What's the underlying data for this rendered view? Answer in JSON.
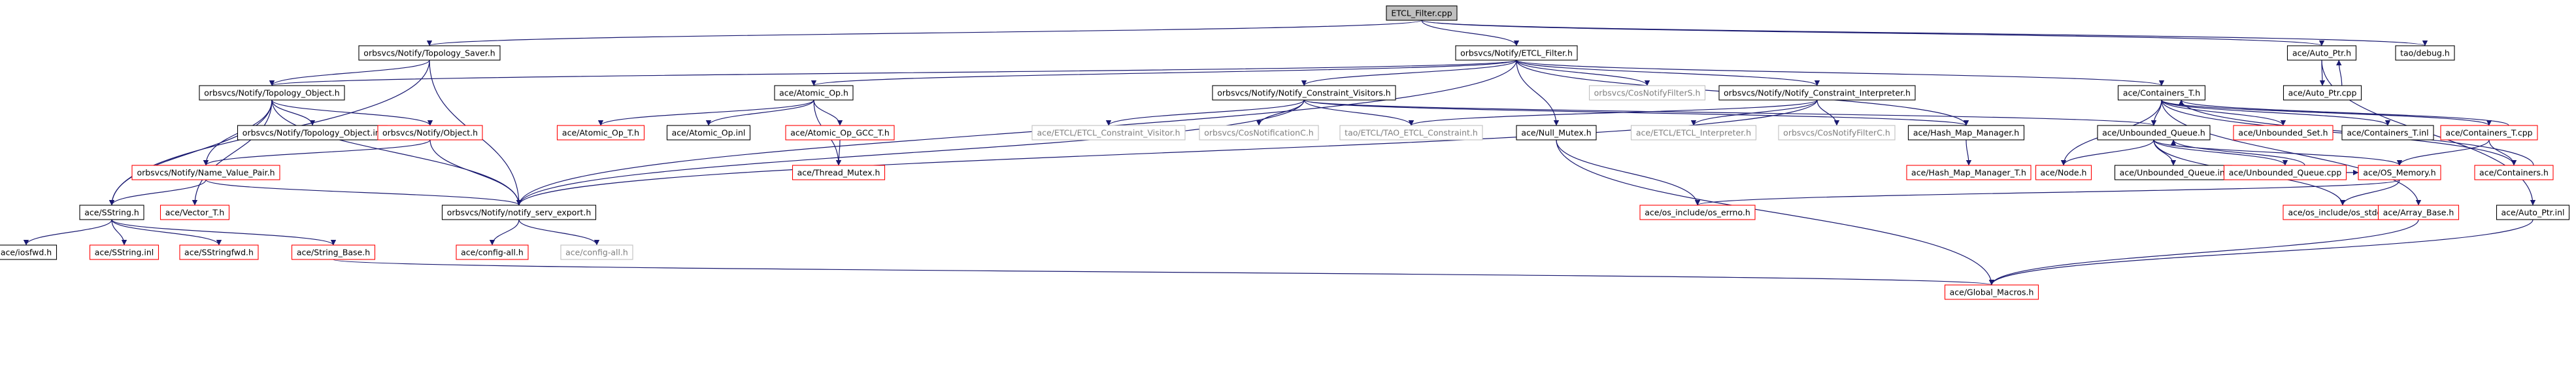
{
  "colors": {
    "edge": "#191970",
    "border_default": "#000000",
    "border_external": "#ff0000",
    "border_missing": "#bfbfbf",
    "text_default": "#000000",
    "text_missing": "#7f7f7f",
    "fill_default": "#ffffff",
    "fill_root": "#bfbfbf"
  },
  "nodes": [
    {
      "id": "root",
      "label": "ETCL_Filter.cpp",
      "style": "root"
    },
    {
      "id": "topo_saver",
      "label": "orbsvcs/Notify/Topology_Saver.h",
      "style": "default"
    },
    {
      "id": "etcl_filter_h",
      "label": "orbsvcs/Notify/ETCL_Filter.h",
      "style": "default"
    },
    {
      "id": "auto_ptr_h",
      "label": "ace/Auto_Ptr.h",
      "style": "default"
    },
    {
      "id": "tao_debug",
      "label": "tao/debug.h",
      "style": "default"
    },
    {
      "id": "topo_object_h",
      "label": "orbsvcs/Notify/Topology_Object.h",
      "style": "default"
    },
    {
      "id": "atomic_op_h",
      "label": "ace/Atomic_Op.h",
      "style": "default"
    },
    {
      "id": "constraint_visitors_h",
      "label": "orbsvcs/Notify/Notify_Constraint_Visitors.h",
      "style": "default"
    },
    {
      "id": "cos_filter_s",
      "label": "orbsvcs/CosNotifyFilterS.h",
      "style": "missing"
    },
    {
      "id": "constraint_interp_h",
      "label": "orbsvcs/Notify/Notify_Constraint_Interpreter.h",
      "style": "default"
    },
    {
      "id": "containers_t_h",
      "label": "ace/Containers_T.h",
      "style": "default"
    },
    {
      "id": "auto_ptr_cpp",
      "label": "ace/Auto_Ptr.cpp",
      "style": "default"
    },
    {
      "id": "topo_object_inl",
      "label": "orbsvcs/Notify/Topology_Object.inl",
      "style": "default"
    },
    {
      "id": "notify_object_h",
      "label": "orbsvcs/Notify/Object.h",
      "style": "external"
    },
    {
      "id": "atomic_op_t",
      "label": "ace/Atomic_Op_T.h",
      "style": "external"
    },
    {
      "id": "atomic_op_inl",
      "label": "ace/Atomic_Op.inl",
      "style": "default"
    },
    {
      "id": "atomic_op_gcc",
      "label": "ace/Atomic_Op_GCC_T.h",
      "style": "external"
    },
    {
      "id": "etcl_visitor",
      "label": "ace/ETCL/ETCL_Constraint_Visitor.h",
      "style": "missing"
    },
    {
      "id": "cos_notification_c",
      "label": "orbsvcs/CosNotificationC.h",
      "style": "missing"
    },
    {
      "id": "tao_etcl_constraint",
      "label": "tao/ETCL/TAO_ETCL_Constraint.h",
      "style": "missing"
    },
    {
      "id": "null_mutex",
      "label": "ace/Null_Mutex.h",
      "style": "default"
    },
    {
      "id": "etcl_interpreter",
      "label": "ace/ETCL/ETCL_Interpreter.h",
      "style": "missing"
    },
    {
      "id": "cos_filter_c",
      "label": "orbsvcs/CosNotifyFilterC.h",
      "style": "missing"
    },
    {
      "id": "hash_map_mgr",
      "label": "ace/Hash_Map_Manager.h",
      "style": "default"
    },
    {
      "id": "unbounded_queue_h",
      "label": "ace/Unbounded_Queue.h",
      "style": "default"
    },
    {
      "id": "unbounded_set",
      "label": "ace/Unbounded_Set.h",
      "style": "external"
    },
    {
      "id": "containers_t_inl",
      "label": "ace/Containers_T.inl",
      "style": "default"
    },
    {
      "id": "containers_t_cpp",
      "label": "ace/Containers_T.cpp",
      "style": "external"
    },
    {
      "id": "auto_ptr_inl",
      "label": "ace/Auto_Ptr.inl",
      "style": "default"
    },
    {
      "id": "name_value_pair",
      "label": "orbsvcs/Notify/Name_Value_Pair.h",
      "style": "external"
    },
    {
      "id": "thread_mutex",
      "label": "ace/Thread_Mutex.h",
      "style": "external"
    },
    {
      "id": "hash_map_mgr_t",
      "label": "ace/Hash_Map_Manager_T.h",
      "style": "external"
    },
    {
      "id": "node_h",
      "label": "ace/Node.h",
      "style": "external"
    },
    {
      "id": "unbounded_queue_inl",
      "label": "ace/Unbounded_Queue.inl",
      "style": "default"
    },
    {
      "id": "unbounded_queue_cpp",
      "label": "ace/Unbounded_Queue.cpp",
      "style": "external"
    },
    {
      "id": "os_memory",
      "label": "ace/OS_Memory.h",
      "style": "external"
    },
    {
      "id": "containers_h",
      "label": "ace/Containers.h",
      "style": "external"
    },
    {
      "id": "sstring_h",
      "label": "ace/SString.h",
      "style": "default"
    },
    {
      "id": "vector_t",
      "label": "ace/Vector_T.h",
      "style": "external"
    },
    {
      "id": "serv_export",
      "label": "orbsvcs/Notify/notify_serv_export.h",
      "style": "default"
    },
    {
      "id": "os_errno",
      "label": "ace/os_include/os_errno.h",
      "style": "external"
    },
    {
      "id": "os_stddef",
      "label": "ace/os_include/os_stddef.h",
      "style": "external"
    },
    {
      "id": "array_base",
      "label": "ace/Array_Base.h",
      "style": "external"
    },
    {
      "id": "iosfwd",
      "label": "ace/iosfwd.h",
      "style": "default"
    },
    {
      "id": "sstring_inl",
      "label": "ace/SString.inl",
      "style": "external"
    },
    {
      "id": "sstring_fwd",
      "label": "ace/SStringfwd.h",
      "style": "external"
    },
    {
      "id": "string_base",
      "label": "ace/String_Base.h",
      "style": "external"
    },
    {
      "id": "config_all_ext",
      "label": "ace/config-all.h",
      "style": "external"
    },
    {
      "id": "config_all_missing",
      "label": "ace/config-all.h",
      "style": "missing"
    },
    {
      "id": "global_macros",
      "label": "ace/Global_Macros.h",
      "style": "external"
    }
  ],
  "edges": [
    [
      "root",
      "topo_saver"
    ],
    [
      "root",
      "etcl_filter_h"
    ],
    [
      "root",
      "auto_ptr_h"
    ],
    [
      "root",
      "tao_debug"
    ],
    [
      "topo_saver",
      "topo_object_h"
    ],
    [
      "topo_saver",
      "sstring_h"
    ],
    [
      "topo_saver",
      "serv_export"
    ],
    [
      "etcl_filter_h",
      "topo_object_h"
    ],
    [
      "etcl_filter_h",
      "atomic_op_h"
    ],
    [
      "etcl_filter_h",
      "constraint_visitors_h"
    ],
    [
      "etcl_filter_h",
      "cos_filter_s"
    ],
    [
      "etcl_filter_h",
      "constraint_interp_h"
    ],
    [
      "etcl_filter_h",
      "containers_t_h"
    ],
    [
      "etcl_filter_h",
      "hash_map_mgr"
    ],
    [
      "etcl_filter_h",
      "null_mutex"
    ],
    [
      "etcl_filter_h",
      "serv_export"
    ],
    [
      "auto_ptr_h",
      "auto_ptr_cpp"
    ],
    [
      "auto_ptr_cpp",
      "auto_ptr_h"
    ],
    [
      "auto_ptr_h",
      "auto_ptr_inl"
    ],
    [
      "topo_object_h",
      "topo_object_inl"
    ],
    [
      "topo_object_h",
      "notify_object_h"
    ],
    [
      "topo_object_h",
      "name_value_pair"
    ],
    [
      "topo_object_h",
      "sstring_h"
    ],
    [
      "topo_object_h",
      "vector_t"
    ],
    [
      "topo_object_h",
      "serv_export"
    ],
    [
      "notify_object_h",
      "name_value_pair"
    ],
    [
      "notify_object_h",
      "serv_export"
    ],
    [
      "name_value_pair",
      "sstring_h"
    ],
    [
      "name_value_pair",
      "serv_export"
    ],
    [
      "atomic_op_h",
      "atomic_op_t"
    ],
    [
      "atomic_op_h",
      "atomic_op_inl"
    ],
    [
      "atomic_op_h",
      "atomic_op_gcc"
    ],
    [
      "atomic_op_h",
      "thread_mutex"
    ],
    [
      "atomic_op_gcc",
      "thread_mutex"
    ],
    [
      "constraint_visitors_h",
      "etcl_visitor"
    ],
    [
      "constraint_visitors_h",
      "cos_notification_c"
    ],
    [
      "constraint_visitors_h",
      "tao_etcl_constraint"
    ],
    [
      "constraint_visitors_h",
      "hash_map_mgr"
    ],
    [
      "constraint_visitors_h",
      "unbounded_queue_h"
    ],
    [
      "constraint_visitors_h",
      "serv_export"
    ],
    [
      "constraint_interp_h",
      "tao_etcl_constraint"
    ],
    [
      "constraint_interp_h",
      "etcl_interpreter"
    ],
    [
      "constraint_interp_h",
      "cos_filter_c"
    ],
    [
      "constraint_interp_h",
      "serv_export"
    ],
    [
      "containers_t_h",
      "unbounded_queue_h"
    ],
    [
      "containers_t_h",
      "unbounded_set"
    ],
    [
      "containers_t_h",
      "containers_t_inl"
    ],
    [
      "containers_t_h",
      "containers_t_cpp"
    ],
    [
      "containers_t_h",
      "containers_h"
    ],
    [
      "containers_t_h",
      "node_h"
    ],
    [
      "containers_t_h",
      "array_base"
    ],
    [
      "containers_t_cpp",
      "containers_t_h"
    ],
    [
      "containers_t_cpp",
      "containers_h"
    ],
    [
      "containers_t_cpp",
      "os_memory"
    ],
    [
      "containers_h",
      "containers_t_h"
    ],
    [
      "hash_map_mgr",
      "hash_map_mgr_t"
    ],
    [
      "null_mutex",
      "os_errno"
    ],
    [
      "null_mutex",
      "global_macros"
    ],
    [
      "unbounded_queue_h",
      "node_h"
    ],
    [
      "unbounded_queue_h",
      "unbounded_queue_inl"
    ],
    [
      "unbounded_queue_h",
      "unbounded_queue_cpp"
    ],
    [
      "unbounded_queue_h",
      "os_memory"
    ],
    [
      "unbounded_queue_h",
      "os_stddef"
    ],
    [
      "unbounded_queue_cpp",
      "unbounded_queue_h"
    ],
    [
      "unbounded_queue_cpp",
      "os_memory"
    ],
    [
      "os_memory",
      "os_errno"
    ],
    [
      "os_memory",
      "os_stddef"
    ],
    [
      "sstring_h",
      "iosfwd"
    ],
    [
      "sstring_h",
      "sstring_inl"
    ],
    [
      "sstring_h",
      "sstring_fwd"
    ],
    [
      "sstring_h",
      "string_base"
    ],
    [
      "string_base",
      "global_macros"
    ],
    [
      "serv_export",
      "config_all_ext"
    ],
    [
      "serv_export",
      "config_all_missing"
    ],
    [
      "array_base",
      "global_macros"
    ],
    [
      "auto_ptr_inl",
      "global_macros"
    ]
  ]
}
